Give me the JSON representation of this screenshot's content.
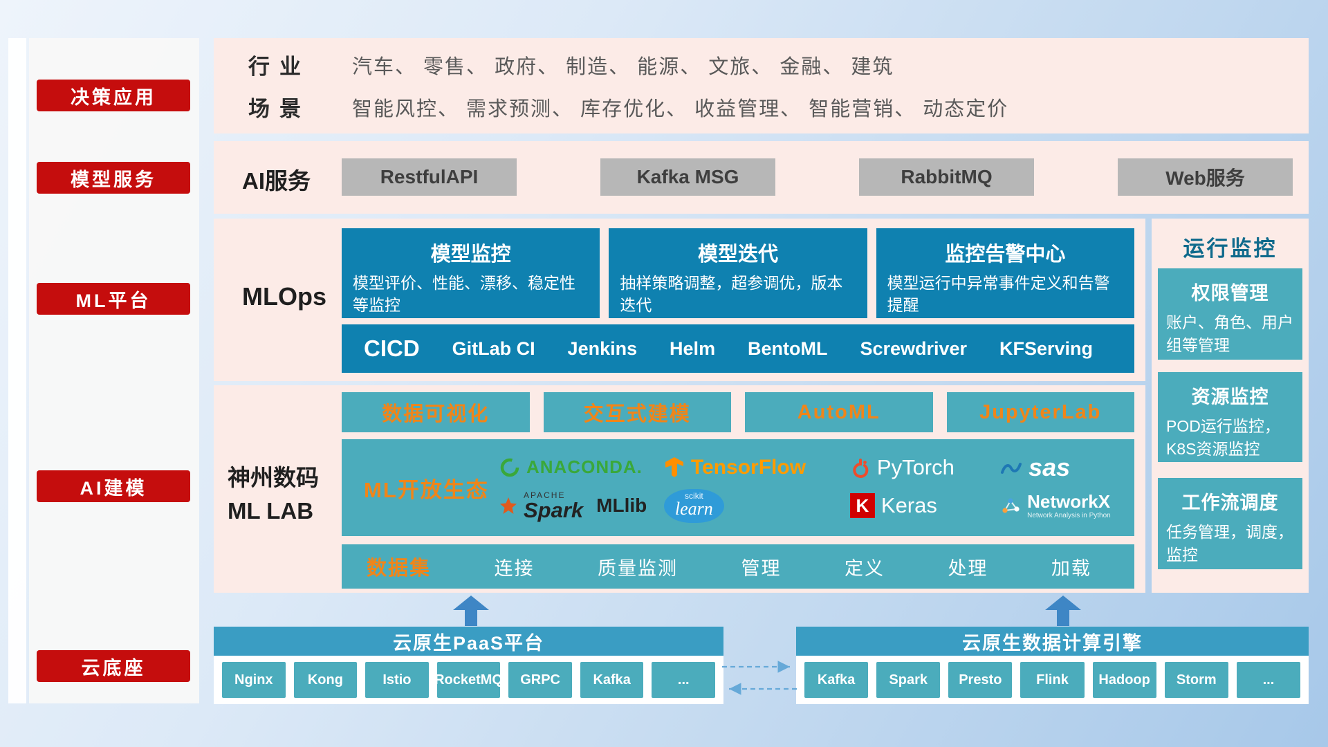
{
  "sidebar": {
    "items": [
      "决策应用",
      "模型服务",
      "ML平台",
      "AI建模",
      "云底座"
    ]
  },
  "industry": {
    "rows": [
      {
        "label": "行业",
        "text": "汽车、 零售、 政府、 制造、 能源、 文旅、 金融、 建筑"
      },
      {
        "label": "场景",
        "text": "智能风控、 需求预测、 库存优化、 收益管理、 智能营销、 动态定价"
      }
    ]
  },
  "ai_service": {
    "label": "AI服务",
    "buttons": [
      "RestfulAPI",
      "Kafka MSG",
      "RabbitMQ",
      "Web服务"
    ]
  },
  "mlops": {
    "label": "MLOps",
    "cards": [
      {
        "title": "模型监控",
        "desc": "模型评价、性能、漂移、稳定性等监控"
      },
      {
        "title": "模型迭代",
        "desc": "抽样策略调整，超参调优，版本迭代"
      },
      {
        "title": "监控告警中心",
        "desc": "模型运行中异常事件定义和告警提醒"
      }
    ],
    "cicd_label": "CICD",
    "cicd_tools": [
      "GitLab CI",
      "Jenkins",
      "Helm",
      "BentoML",
      "Screwdriver",
      "KFServing"
    ]
  },
  "mllab": {
    "label_line1": "神州数码",
    "label_line2": "ML LAB",
    "tools": [
      "数据可视化",
      "交互式建模",
      "AutoML",
      "JupyterLab"
    ],
    "eco_label": "ML开放生态",
    "logos": {
      "anaconda": "ANACONDA.",
      "tensorflow": "TensorFlow",
      "pytorch": "PyTorch",
      "sas": "sas",
      "spark_prefix": "APACHE",
      "spark": "Spark",
      "mllib": "MLlib",
      "sklearn_prefix": "scikit",
      "sklearn": "learn",
      "keras_initial": "K",
      "keras": "Keras",
      "networkx": "NetworkX",
      "networkx_sub": "Network Analysis in Python"
    },
    "dataset_label": "数据集",
    "dataset_items": [
      "连接",
      "质量监测",
      "管理",
      "定义",
      "处理",
      "加载"
    ]
  },
  "monitoring": {
    "title": "运行监控",
    "cards": [
      {
        "title": "权限管理",
        "desc": "账户、角色、用户组等管理"
      },
      {
        "title": "资源监控",
        "desc": "POD运行监控，K8S资源监控"
      },
      {
        "title": "工作流调度",
        "desc": "任务管理，调度，监控"
      }
    ]
  },
  "foundation": {
    "left": {
      "title": "云原生PaaS平台",
      "items": [
        "Nginx",
        "Kong",
        "Istio",
        "RocketMQ",
        "GRPC",
        "Kafka",
        "..."
      ]
    },
    "right": {
      "title": "云原生数据计算引擎",
      "items": [
        "Kafka",
        "Spark",
        "Presto",
        "Flink",
        "Hadoop",
        "Storm",
        "..."
      ]
    }
  },
  "colors": {
    "sidebar_red": "#c50d0d",
    "panel_pink": "#fcebe7",
    "card_blue": "#0f81b0",
    "card_teal": "#4bacbc",
    "accent_orange": "#f08519",
    "gray_button": "#b7b7b7",
    "header_teal": "#3a9dc3"
  }
}
